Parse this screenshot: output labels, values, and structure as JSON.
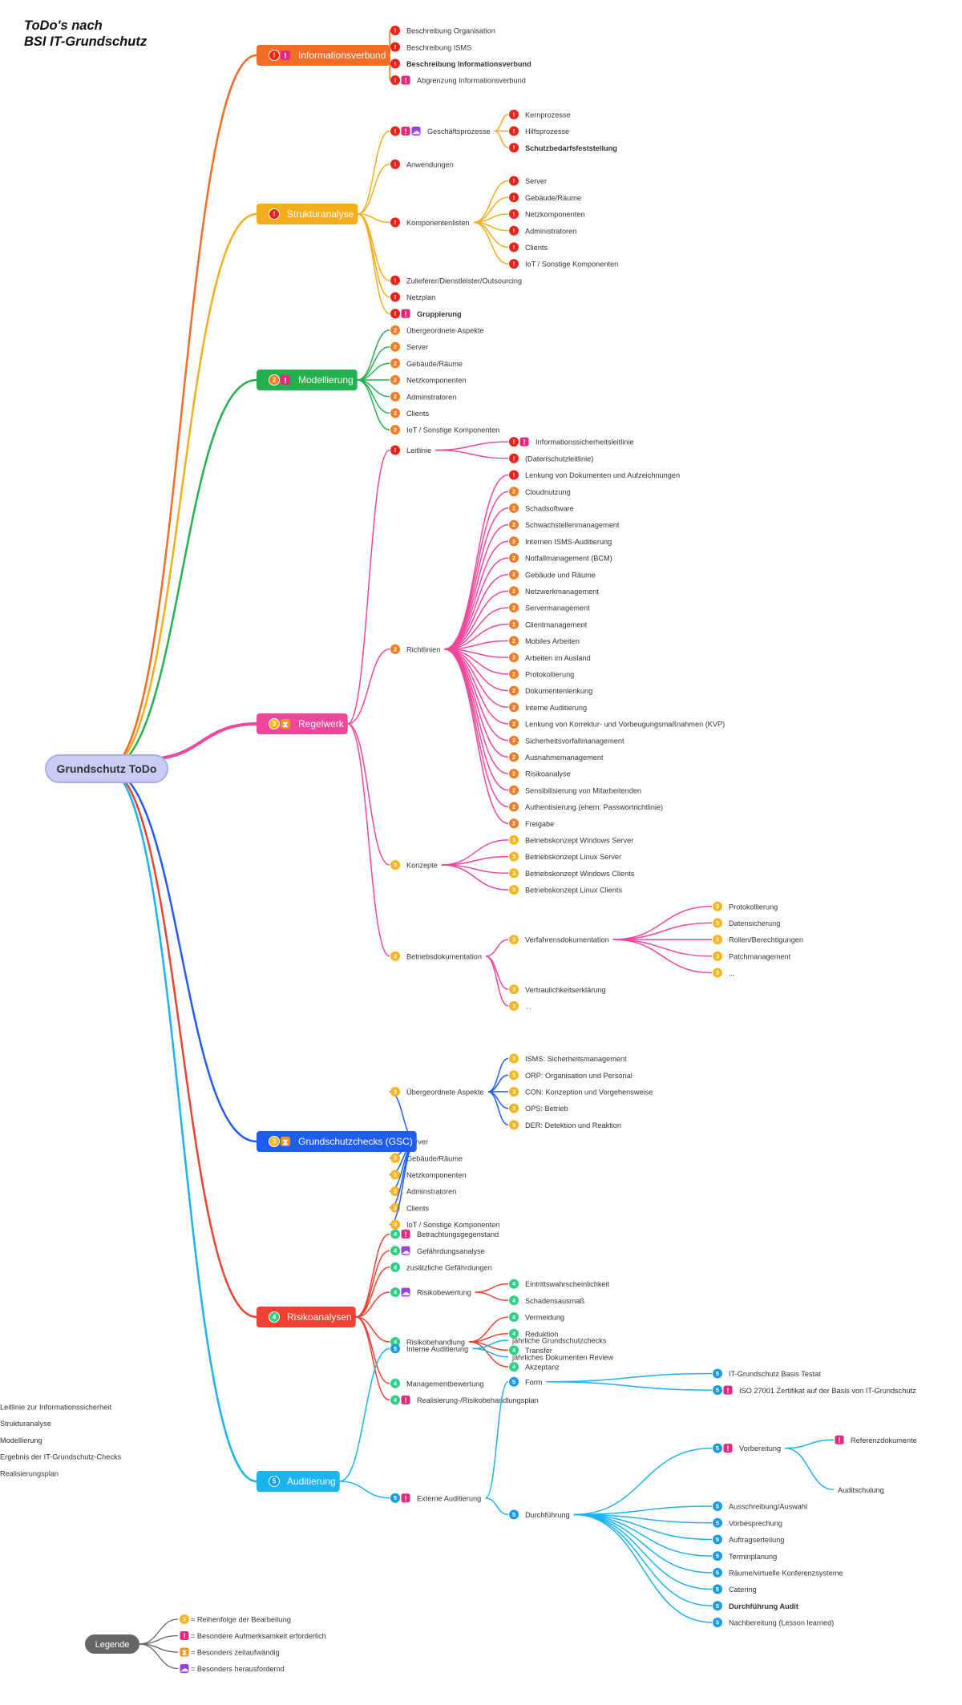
{
  "title": {
    "line1": "ToDo's nach",
    "line2": "BSI IT-Grundschutz"
  },
  "colors": {
    "root_bg": "#c9cdf5",
    "root_border": "#a9aee8",
    "informationsverbund": "#f26d26",
    "strukturanalyse": "#f5ad1b",
    "modellierung": "#23b14d",
    "regelwerk": "#f0469b",
    "gsc": "#1f5df0",
    "risiko": "#ef4130",
    "auditierung": "#1bb3f0",
    "legend": "#666666",
    "badge_1": "#e8231c",
    "badge_2": "#f27b23",
    "badge_3": "#f7b51f",
    "badge_4": "#2fcf86",
    "badge_5": "#1a9bea",
    "flag_exclaim": "#e5287b",
    "flag_clock": "#f09421",
    "flag_brain": "#9b3fe0"
  },
  "root": {
    "label": "Grundschutz ToDo"
  },
  "legend": {
    "label": "Legende",
    "items": [
      {
        "badge": "3",
        "text": "= Reihenfolge der Bearbeitung"
      },
      {
        "flag": "exclaim",
        "text": "= Besondere Aufmerksamkeit erforderlich"
      },
      {
        "flag": "clock",
        "text": "= Besonders zeitaufwändig"
      },
      {
        "flag": "brain",
        "text": "= Besonders herausfordernd"
      }
    ]
  },
  "branches": [
    {
      "label": "Informationsverbund",
      "color_key": "informationsverbund",
      "badge": "1",
      "flags": [
        "exclaim"
      ],
      "children": [
        {
          "label": "Beschreibung Organisation",
          "badge": "1"
        },
        {
          "label": "Beschreibung ISMS",
          "badge": "1"
        },
        {
          "label": "Beschreibung Informationsverbund",
          "badge": "1",
          "bold": true
        },
        {
          "label": "Abgrenzung Informationsverbund",
          "badge": "1",
          "flags": [
            "exclaim"
          ]
        }
      ]
    },
    {
      "label": "Strukturanalyse",
      "color_key": "strukturanalyse",
      "badge": "1",
      "children": [
        {
          "label": "Geschäftsprozesse",
          "badge": "1",
          "flags": [
            "exclaim",
            "brain"
          ],
          "children": [
            {
              "label": "Kernprozesse",
              "badge": "1"
            },
            {
              "label": "Hilfsprozesse",
              "badge": "1"
            },
            {
              "label": "Schutzbedarfsfeststellung",
              "badge": "1",
              "bold": true
            }
          ]
        },
        {
          "label": "Anwendungen",
          "badge": "1"
        },
        {
          "label": "Komponentenlisten",
          "badge": "1",
          "children": [
            {
              "label": "Server",
              "badge": "1"
            },
            {
              "label": "Gebäude/Räume",
              "badge": "1"
            },
            {
              "label": "Netzkomponenten",
              "badge": "1"
            },
            {
              "label": "Administratoren",
              "badge": "1"
            },
            {
              "label": "Clients",
              "badge": "1"
            },
            {
              "label": "IoT / Sonstige Komponenten",
              "badge": "1"
            }
          ]
        },
        {
          "label": "Zulieferer/Dienstleister/Outsourcing",
          "badge": "1"
        },
        {
          "label": "Netzplan",
          "badge": "1"
        },
        {
          "label": "Gruppierung",
          "badge": "1",
          "flags": [
            "exclaim"
          ],
          "bold": true
        }
      ]
    },
    {
      "label": "Modellierung",
      "color_key": "modellierung",
      "badge": "2",
      "flags": [
        "exclaim"
      ],
      "children": [
        {
          "label": "Übergeordnete Aspekte",
          "badge": "2"
        },
        {
          "label": "Server",
          "badge": "2"
        },
        {
          "label": "Gebäude/Räume",
          "badge": "2"
        },
        {
          "label": "Netzkomponenten",
          "badge": "2"
        },
        {
          "label": "Adminstratoren",
          "badge": "2"
        },
        {
          "label": "Clients",
          "badge": "2"
        },
        {
          "label": "IoT / Sonstige Komponenten",
          "badge": "2"
        }
      ]
    },
    {
      "label": "Regelwerk",
      "color_key": "regelwerk",
      "badge": "3",
      "flags": [
        "clock"
      ],
      "children": [
        {
          "label": "Leitlinie",
          "badge": "1",
          "children": [
            {
              "label": "Informationssicherheitsleitlinie",
              "badge": "1",
              "flags": [
                "exclaim"
              ]
            },
            {
              "label": "(Datenschutzleitlinie)",
              "badge": "1"
            }
          ]
        },
        {
          "label": "Richtlinien",
          "badge": "2",
          "children": [
            {
              "label": "Lenkung von Dokumenten und Aufzeichnungen",
              "badge": "1"
            },
            {
              "label": "Cloudnutzung",
              "badge": "2"
            },
            {
              "label": "Schadsoftware",
              "badge": "2"
            },
            {
              "label": "Schwachstellenmanagement",
              "badge": "2"
            },
            {
              "label": "Internen ISMS-Auditierung",
              "badge": "2"
            },
            {
              "label": "Notfallmanagement (BCM)",
              "badge": "2"
            },
            {
              "label": "Gebäude und Räume",
              "badge": "2"
            },
            {
              "label": "Netzwerkmanagement",
              "badge": "2"
            },
            {
              "label": "Servermanagement",
              "badge": "2"
            },
            {
              "label": "Clientmanagement",
              "badge": "2"
            },
            {
              "label": "Mobiles Arbeiten",
              "badge": "2"
            },
            {
              "label": "Arbeiten im Ausland",
              "badge": "2"
            },
            {
              "label": "Protokollierung",
              "badge": "2"
            },
            {
              "label": "Dokumentenlenkung",
              "badge": "2"
            },
            {
              "label": "Interne Auditierung",
              "badge": "2"
            },
            {
              "label": "Lenkung von Korrektur- und Vorbeugungsmaßnahmen (KVP)",
              "badge": "2"
            },
            {
              "label": "Sicherheitsvorfallmanagement",
              "badge": "2"
            },
            {
              "label": "Ausnahmemanagement",
              "badge": "2"
            },
            {
              "label": "Risikoanalyse",
              "badge": "2"
            },
            {
              "label": "Sensibilisierung von Mitarbeitenden",
              "badge": "2"
            },
            {
              "label": "Authentisierung (ehem: Passwortrichtlinie)",
              "badge": "2"
            },
            {
              "label": "Freigabe",
              "badge": "2"
            }
          ]
        },
        {
          "label": "Konzepte",
          "badge": "3",
          "children": [
            {
              "label": "Betriebskonzept Windows Server",
              "badge": "3"
            },
            {
              "label": "Betriebskonzept Linux Server",
              "badge": "3"
            },
            {
              "label": "Betriebskonzept Windows Clients",
              "badge": "3"
            },
            {
              "label": "Betriebskonzept Linux Clients",
              "badge": "3"
            }
          ]
        },
        {
          "label": "Betriebsdokumentation",
          "badge": "3",
          "children": [
            {
              "label": "Verfahrensdokumentation",
              "badge": "3",
              "children": [
                {
                  "label": "Protokollierung",
                  "badge": "3"
                },
                {
                  "label": "Datensicherung",
                  "badge": "3"
                },
                {
                  "label": "Rollen/Berechtigungen",
                  "badge": "3"
                },
                {
                  "label": "Patchmanagement",
                  "badge": "3"
                },
                {
                  "label": "...",
                  "badge": "3"
                }
              ]
            },
            {
              "label": "Vertraulichkeitserklärung",
              "badge": "3"
            },
            {
              "label": "...",
              "badge": "3"
            }
          ]
        }
      ]
    },
    {
      "label": "Grundschutzchecks (GSC)",
      "color_key": "gsc",
      "badge": "3",
      "flags": [
        "clock"
      ],
      "children": [
        {
          "label": "Übergeordnete Aspekte",
          "badge": "3",
          "children": [
            {
              "label": "ISMS: Sicherheitsmanagement",
              "badge": "3"
            },
            {
              "label": "ORP: Organisation und Personal",
              "badge": "3"
            },
            {
              "label": "CON: Konzeption und Vorgehensweise",
              "badge": "3"
            },
            {
              "label": "OPS: Betrieb",
              "badge": "3"
            },
            {
              "label": "DER: Detektion und Reaktion",
              "badge": "3"
            }
          ]
        },
        {
          "label": "Server",
          "badge": "3"
        },
        {
          "label": "Gebäude/Räume",
          "badge": "3"
        },
        {
          "label": "Netzkomponenten",
          "badge": "3"
        },
        {
          "label": "Adminstratoren",
          "badge": "3"
        },
        {
          "label": "Clients",
          "badge": "3"
        },
        {
          "label": "IoT / Sonstige Komponenten",
          "badge": "3"
        }
      ]
    },
    {
      "label": "Risikoanalysen",
      "color_key": "risiko",
      "badge": "4",
      "children": [
        {
          "label": "Betrachtungsgegenstand",
          "badge": "4",
          "flags": [
            "exclaim"
          ]
        },
        {
          "label": "Gefährdungsanalyse",
          "badge": "4",
          "flags": [
            "brain"
          ]
        },
        {
          "label": "zusätzliche Gefährdungen",
          "badge": "4"
        },
        {
          "label": "Risikobewertung",
          "badge": "4",
          "flags": [
            "brain"
          ],
          "children": [
            {
              "label": "Eintrittswahrscheinlichkeit",
              "badge": "4"
            },
            {
              "label": "Schadensausmaß",
              "badge": "4"
            }
          ]
        },
        {
          "label": "Risikobehandlung",
          "badge": "4",
          "children": [
            {
              "label": "Vermeidung",
              "badge": "4"
            },
            {
              "label": "Reduktion",
              "badge": "4"
            },
            {
              "label": "Transfer",
              "badge": "4"
            },
            {
              "label": "Akzeptanz",
              "badge": "4"
            }
          ]
        },
        {
          "label": "Managementbewertung",
          "badge": "4"
        },
        {
          "label": "Realisierung-/Risikobehandlungsplan",
          "badge": "4",
          "flags": [
            "exclaim"
          ]
        }
      ]
    },
    {
      "label": "Auditierung",
      "color_key": "auditierung",
      "badge": "5",
      "children": [
        {
          "label": "Interne Auditierung",
          "badge": "5",
          "children": [
            {
              "label": "jährliche Grundschutzchecks"
            },
            {
              "label": "jährliches Dokumenten Review"
            }
          ]
        },
        {
          "label": "Externe Auditierung",
          "badge": "5",
          "flags": [
            "exclaim"
          ],
          "children": [
            {
              "label": "Form",
              "badge": "5",
              "children": [
                {
                  "label": "IT-Grundschutz Basis Testat",
                  "badge": "5"
                },
                {
                  "label": "ISO 27001 Zertifikat auf der Basis von IT-Grundschutz",
                  "badge": "5",
                  "flags": [
                    "exclaim"
                  ]
                }
              ]
            },
            {
              "label": "Durchführung",
              "badge": "5",
              "children": [
                {
                  "label": "Vorbereitung",
                  "badge": "5",
                  "flags": [
                    "exclaim"
                  ],
                  "children": [
                    {
                      "label": "Referenzdokumente",
                      "flags": [
                        "exclaim"
                      ],
                      "children": [
                        {
                          "label": "Leitlinie zur Informationssicherheit"
                        },
                        {
                          "label": "Strukturanalyse"
                        },
                        {
                          "label": "Modellierung"
                        },
                        {
                          "label": "Ergebnis der IT-Grundschutz-Checks"
                        },
                        {
                          "label": "Realisierungsplan"
                        }
                      ]
                    },
                    {
                      "label": "Auditschulung"
                    }
                  ]
                },
                {
                  "label": "Ausschreibung/Auswahl",
                  "badge": "5"
                },
                {
                  "label": "Vorbesprechung",
                  "badge": "5"
                },
                {
                  "label": "Auftragserteilung",
                  "badge": "5"
                },
                {
                  "label": "Terminplanung",
                  "badge": "5"
                },
                {
                  "label": "Räume/virtuelle Konferenzsysteme",
                  "badge": "5"
                },
                {
                  "label": "Catering",
                  "badge": "5"
                },
                {
                  "label": "Durchführung Audit",
                  "badge": "5",
                  "bold": true
                },
                {
                  "label": "Nachbereitung (Lesson learned)",
                  "badge": "5"
                }
              ]
            }
          ]
        }
      ]
    }
  ]
}
